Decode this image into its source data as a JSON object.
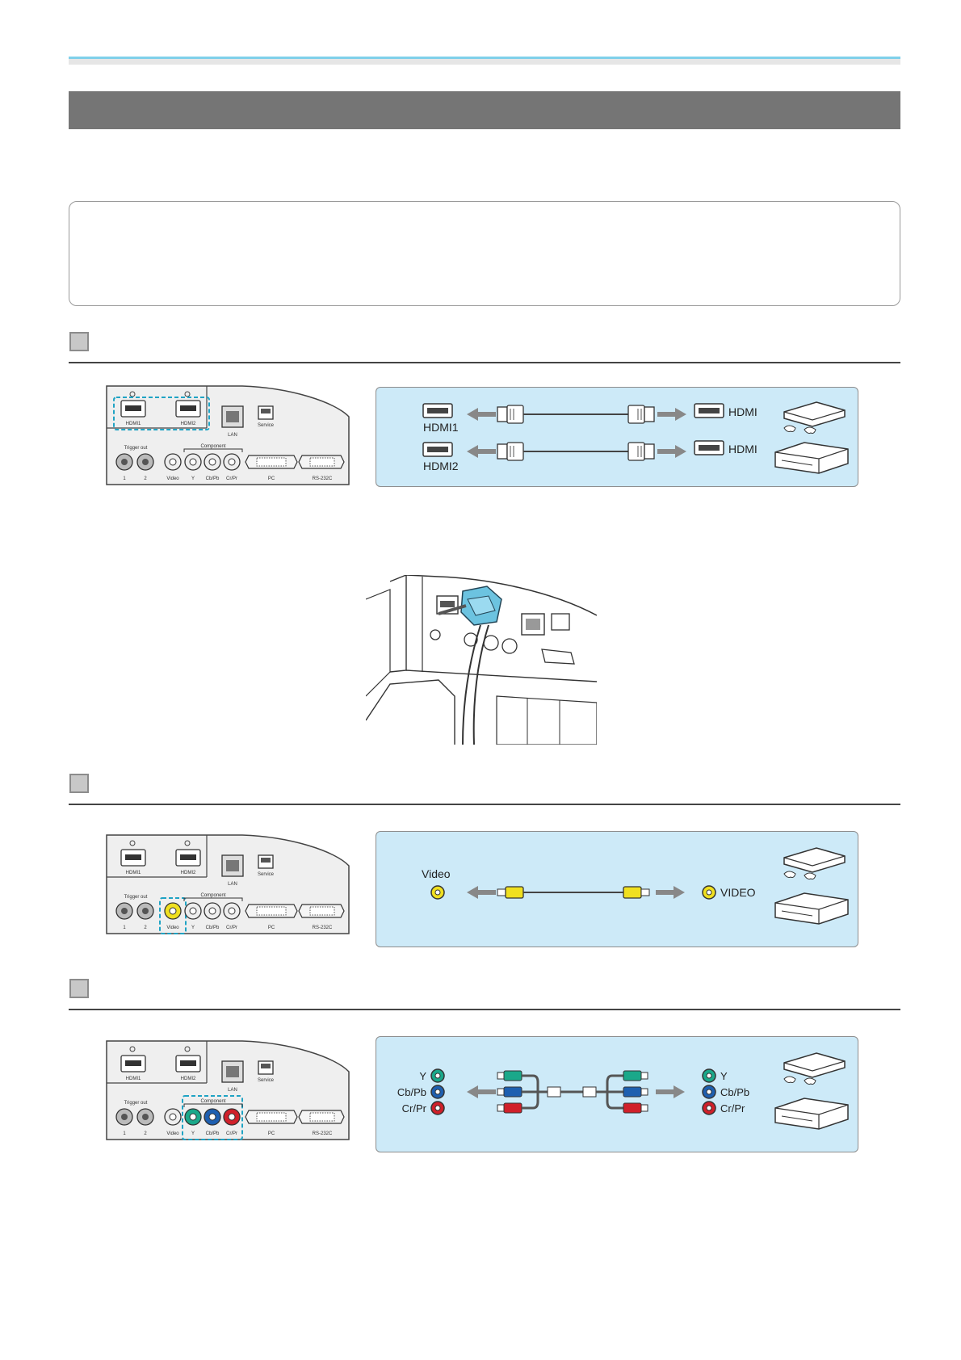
{
  "labels": {
    "hdmi1": "HDMI1",
    "hdmi2": "HDMI2",
    "hdmi": "HDMI",
    "lan": "LAN",
    "service": "Service",
    "trigger_out": "Trigger out",
    "component": "Component",
    "video": "Video",
    "video_caps": "VIDEO",
    "pc": "PC",
    "rs232c": "RS-232C",
    "one": "1",
    "two": "2",
    "y": "Y",
    "cb_pb": "Cb/Pb",
    "cr_pr": "Cr/Pr"
  },
  "colors": {
    "accent_line": "#7fd0ea",
    "banner": "#757575",
    "diagram_bg": "#cdeaf8",
    "dash": "#1fa3c4",
    "video_yellow": "#f0e020",
    "comp_green": "#1aa88a",
    "comp_blue": "#1e5fb0",
    "comp_red": "#d0202a"
  }
}
